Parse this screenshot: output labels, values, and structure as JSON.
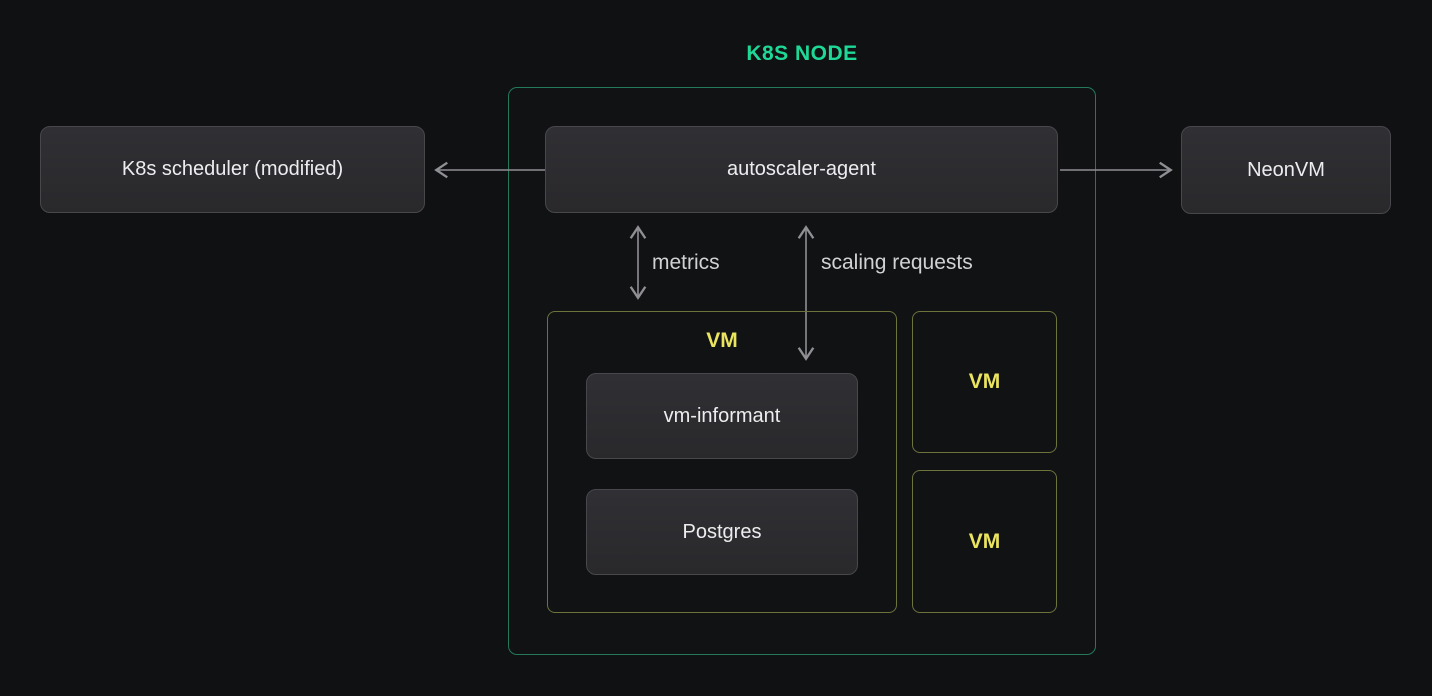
{
  "title": "K8S NODE",
  "colors": {
    "background": "#101113",
    "accent_green": "#1ed996",
    "group_border_green": "#23795a",
    "vm_yellow_text": "#eae45f",
    "vm_border_olive": "#6e733c",
    "node_box_fill": "#2c2c30",
    "node_box_border": "#47474c",
    "node_text": "#ededef",
    "arrow_gray": "#909094",
    "edge_label_gray": "#d2d2d5"
  },
  "nodes": {
    "scheduler": {
      "label": "K8s scheduler (modified)"
    },
    "autoscaler": {
      "label": "autoscaler-agent"
    },
    "neonvm": {
      "label": "NeonVM"
    },
    "vm_informant": {
      "label": "vm-informant"
    },
    "postgres": {
      "label": "Postgres"
    }
  },
  "groups": {
    "k8s_node": {
      "label": "K8S NODE"
    },
    "vm_main": {
      "label": "VM"
    }
  },
  "vm_boxes": [
    {
      "label": "VM"
    },
    {
      "label": "VM"
    }
  ],
  "edges": {
    "metrics": {
      "label": "metrics",
      "direction": "bidirectional"
    },
    "scaling_requests": {
      "label": "scaling requests",
      "direction": "bidirectional"
    },
    "autoscaler_to_scheduler": {
      "direction": "left"
    },
    "autoscaler_to_neonvm": {
      "direction": "right"
    }
  }
}
